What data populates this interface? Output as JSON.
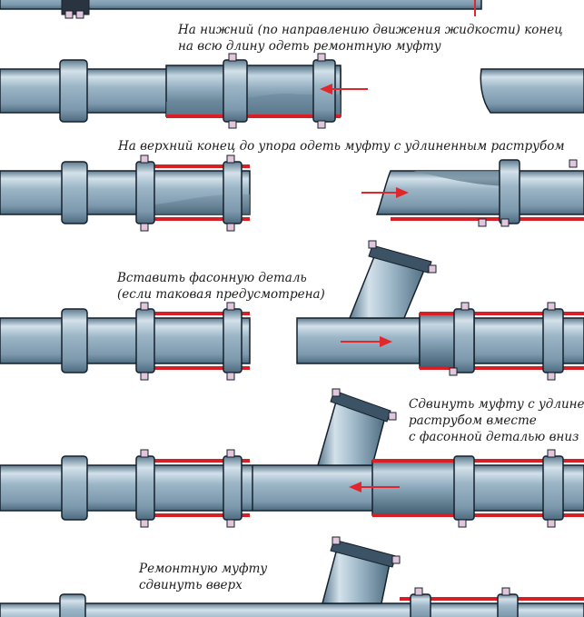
{
  "captions": {
    "step1": {
      "line1": "На нижний (по направлению движения жидкости) конец",
      "line2": "на всю длину одеть ремонтную муфту"
    },
    "step2": {
      "line1": "На верхний конец до упора одеть муфту с удлиненным раструбом"
    },
    "step3": {
      "line1": "Вставить фасонную деталь",
      "line2": "(если таковая предусмотрена)"
    },
    "step4": {
      "line1": "Сдвинуть муфту с удлиненным",
      "line2": "раструбом вместе",
      "line3": "с фасонной деталью вниз"
    },
    "step5": {
      "line1": "Ремонтную муфту",
      "line2": "сдвинуть вверх"
    }
  },
  "colors": {
    "pipe_body": "#93aec0",
    "pipe_highlight": "#d6e3ec",
    "pipe_shadow": "#4d6a7e",
    "pipe_outline": "#15202c",
    "coupling_seal": "#d91f26",
    "bolt": "#e2c6dc",
    "arrow": "#e1262c",
    "background": "#ffffff"
  },
  "icons": {
    "direction_arrow": "red-arrow-icon"
  }
}
